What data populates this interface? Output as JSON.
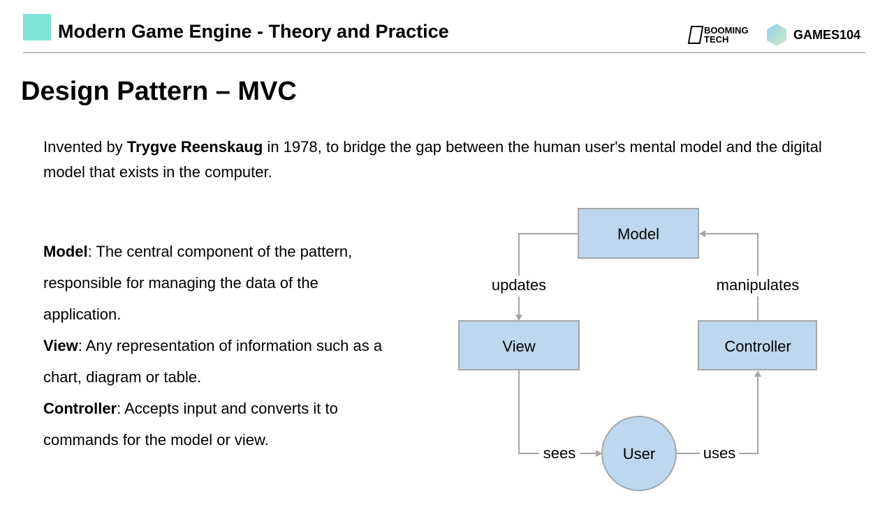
{
  "header": {
    "title": "Modern Game Engine - Theory and Practice",
    "logo_booming_line1": "BOOMING",
    "logo_booming_line2": "TECH",
    "logo_games": "GAMES104"
  },
  "slide": {
    "title": "Design Pattern – MVC",
    "intro": {
      "pre": "Invented by ",
      "bold": "Trygve Reenskaug",
      "post": " in 1978, to bridge the gap between the human user's mental model and the digital model that exists in the computer."
    },
    "definitions": [
      {
        "term": "Model",
        "text": ": The central component of the pattern, responsible for managing the data of the application."
      },
      {
        "term": "View",
        "text": ": Any representation of information such as a chart, diagram or table."
      },
      {
        "term": "Controller",
        "text": ": Accepts input and converts it to commands for the model or view."
      }
    ]
  },
  "diagram": {
    "nodes": {
      "model": "Model",
      "view": "View",
      "controller": "Controller",
      "user": "User"
    },
    "edges": {
      "updates": "updates",
      "manipulates": "manipulates",
      "sees": "sees",
      "uses": "uses"
    },
    "colors": {
      "fill": "#bdd7ee",
      "stroke": "#a6a6a6"
    }
  }
}
